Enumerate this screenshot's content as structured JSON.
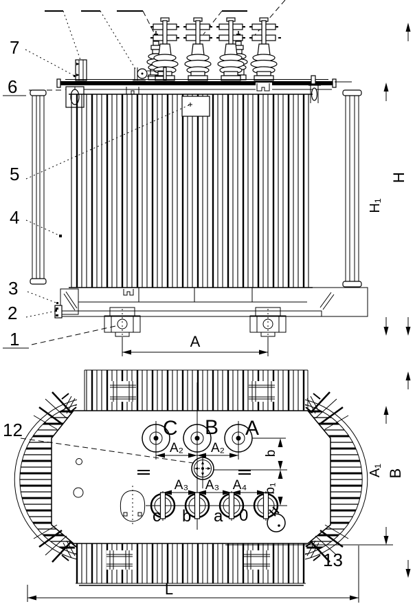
{
  "drawing": {
    "type": "technical-outline-drawing",
    "views": {
      "top": "front elevation",
      "bottom": "plan"
    },
    "colors": {
      "ink": "#000000",
      "paper": "#ffffff"
    },
    "callouts": {
      "n1": "1",
      "n2": "2",
      "n3": "3",
      "n4": "4",
      "n5": "5",
      "n6": "6",
      "n7": "7",
      "n12": "12",
      "n13": "13"
    },
    "dims": {
      "A": "A",
      "L": "L",
      "H": "H",
      "H1": "H₁",
      "B": "B",
      "A1": "A₁",
      "A2": "A₂",
      "A3": "A₃",
      "A4": "A₄",
      "b": "b",
      "b1": "b₁"
    },
    "hv": {
      "C": "C",
      "B": "B",
      "A": "A"
    },
    "lv": {
      "c": "c",
      "b": "b",
      "a": "a",
      "zero": "0"
    }
  }
}
